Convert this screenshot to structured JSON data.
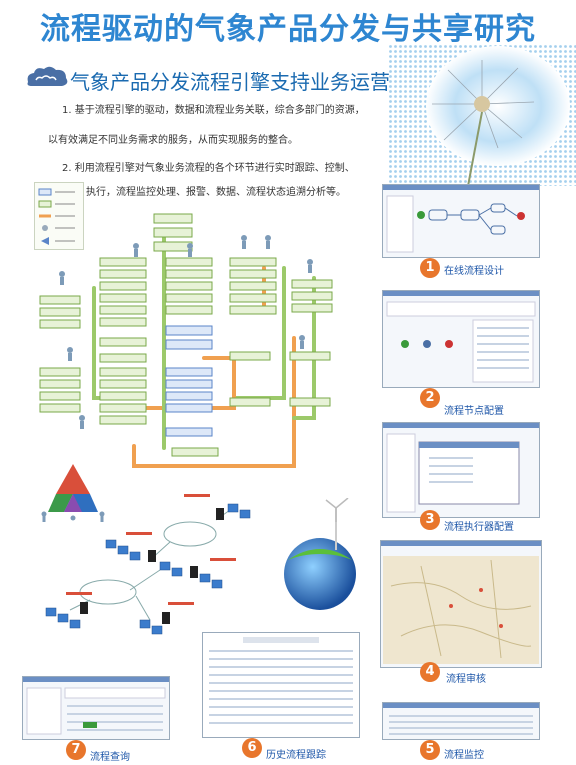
{
  "poster": {
    "title": "流程驱动的气象产品分发与共享研究",
    "subtitle": "气象产品分发流程引擎支持业务运营",
    "paragraphs": [
      "1. 基于流程引擎的驱动，数据和流程业务关联，综合多部门的资源，",
      "以有效满足不同业务需求的服务，从而实现服务的整合。",
      "2. 利用流程引擎对气象业务流程的各个环节进行实时跟踪、控制、",
      "分析、执行，流程监控处理、报警、数据、流程状态追溯分析等。"
    ]
  },
  "steps": [
    {
      "num": "1",
      "label": "在线流程设计",
      "color": "#e8762c"
    },
    {
      "num": "2",
      "label": "流程节点配置",
      "color": "#e8762c"
    },
    {
      "num": "3",
      "label": "流程执行器配置",
      "color": "#e8762c"
    },
    {
      "num": "4",
      "label": "流程审核",
      "color": "#e8762c"
    },
    {
      "num": "5",
      "label": "流程监控",
      "color": "#e8762c"
    },
    {
      "num": "6",
      "label": "历史流程跟踪",
      "color": "#e8762c"
    },
    {
      "num": "7",
      "label": "流程查询",
      "color": "#e8762c"
    }
  ],
  "colors": {
    "title": "#2e86d1",
    "accent": "#e8762c",
    "flow_green": "#7aa84a",
    "flow_orange": "#f0a050"
  },
  "icons": [
    "cloud-logo-icon",
    "dandelion-image",
    "flowchart-diagram",
    "network-diagram",
    "earth-wind-turbine-image",
    "triangle-pyramid-diagram"
  ]
}
